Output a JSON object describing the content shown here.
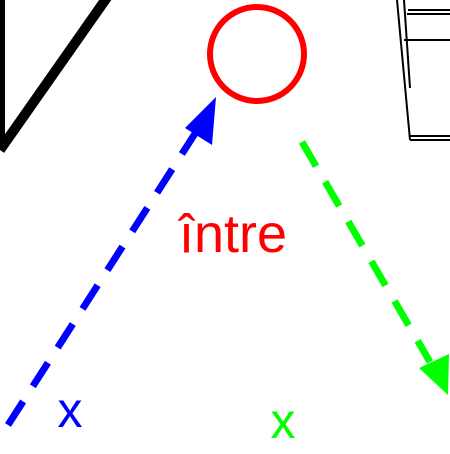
{
  "center": {
    "word": "între",
    "color": "#ff0000"
  },
  "left_end": {
    "label": "x",
    "color": "#0000ff"
  },
  "right_end": {
    "label": "x",
    "color": "#00ff00"
  },
  "arrows": {
    "left_color": "#0000ff",
    "right_color": "#00ff00"
  },
  "objects": {
    "left_shape_color": "#000000",
    "right_shape_color": "#000000"
  }
}
